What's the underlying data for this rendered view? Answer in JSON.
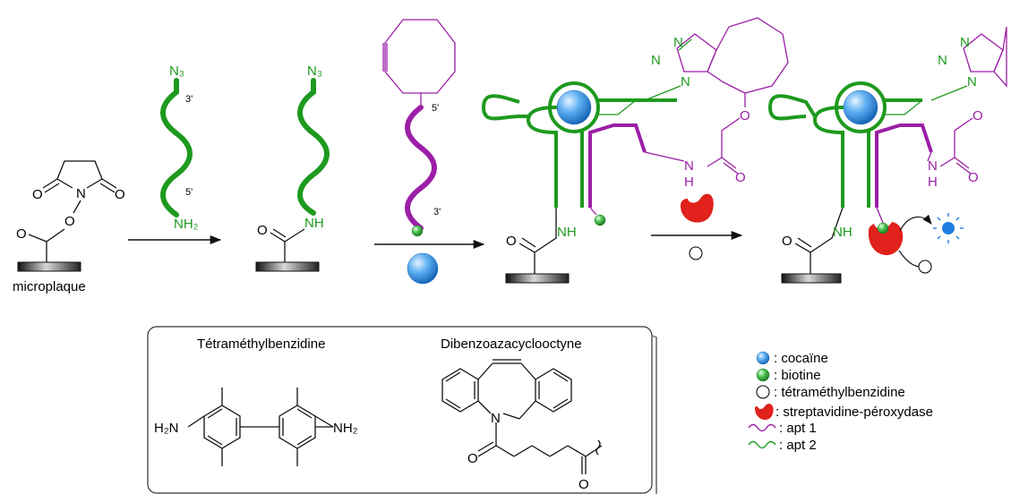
{
  "colors": {
    "apt1": "#9b1fa6",
    "apt2": "#1e9a1e",
    "bond": "#111111",
    "cocaine": "#4aa3f0",
    "biotine": "#3cb84a",
    "streptavidine": "#e0211c",
    "product": "#1e7fe0"
  },
  "steps": {
    "support_label": "microplaque"
  },
  "atoms": {
    "o": "O",
    "n": "N",
    "nh": "NH",
    "h": "H",
    "h2n": "H₂N",
    "nh2_lower": "NH₂",
    "n3": "N₃",
    "prime3": "3'",
    "prime5": "5'"
  },
  "box": {
    "tmb_title": "Tétraméthylbenzidine",
    "dbco_title": "Dibenzoazacyclooctyne"
  },
  "legend": [
    {
      "icon": "cocaine",
      "label": ": cocaïne"
    },
    {
      "icon": "biotine",
      "label": ": biotine"
    },
    {
      "icon": "tmb",
      "label": ": tétraméthylbenzidine"
    },
    {
      "icon": "streptavidine",
      "label": ": streptavidine-péroxydase"
    },
    {
      "icon": "apt1",
      "label": ": apt 1"
    },
    {
      "icon": "apt2",
      "label": ": apt 2"
    }
  ]
}
